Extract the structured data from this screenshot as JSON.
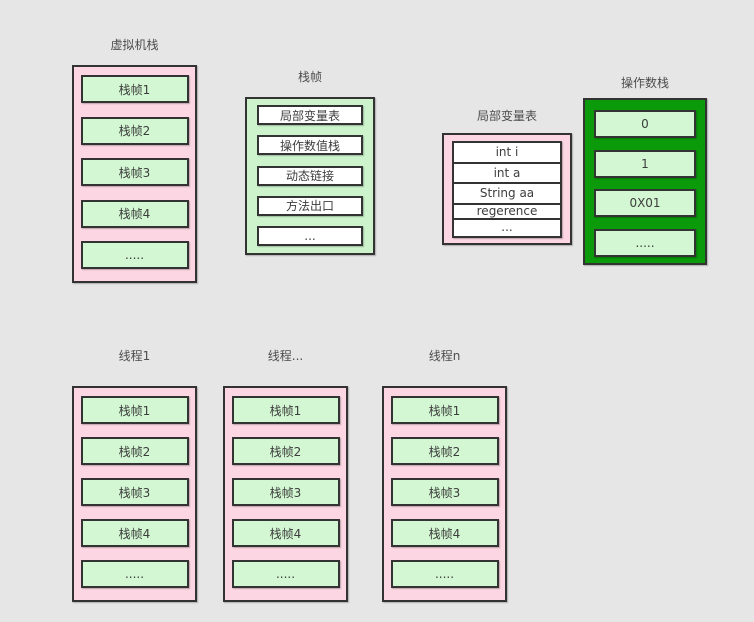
{
  "vm_stack": {
    "title": "虚拟机栈",
    "items": [
      "栈帧1",
      "栈帧2",
      "栈帧3",
      "栈帧4",
      "....."
    ]
  },
  "stack_frame": {
    "title": "栈帧",
    "items": [
      "局部变量表",
      "操作数值栈",
      "动态链接",
      "方法出口",
      "..."
    ]
  },
  "local_var_table": {
    "title": "局部变量表",
    "items": [
      "int i",
      "int a",
      "String aa",
      "regerence",
      "..."
    ]
  },
  "operand_stack": {
    "title": "操作数栈",
    "items": [
      "0",
      "1",
      "0X01",
      "....."
    ]
  },
  "threads": [
    {
      "title": "线程1",
      "items": [
        "栈帧1",
        "栈帧2",
        "栈帧3",
        "栈帧4",
        "....."
      ]
    },
    {
      "title": "线程...",
      "items": [
        "栈帧1",
        "栈帧2",
        "栈帧3",
        "栈帧4",
        "....."
      ]
    },
    {
      "title": "线程n",
      "items": [
        "栈帧1",
        "栈帧2",
        "栈帧3",
        "栈帧4",
        "....."
      ]
    }
  ],
  "colors": {
    "background": "#e6e6e6",
    "pink": "#fcd6e2",
    "light_green": "#d2f7d2",
    "panel_green": "#cdf3cd",
    "dark_green": "#0a9a0a",
    "border": "#333333",
    "white": "#ffffff"
  }
}
